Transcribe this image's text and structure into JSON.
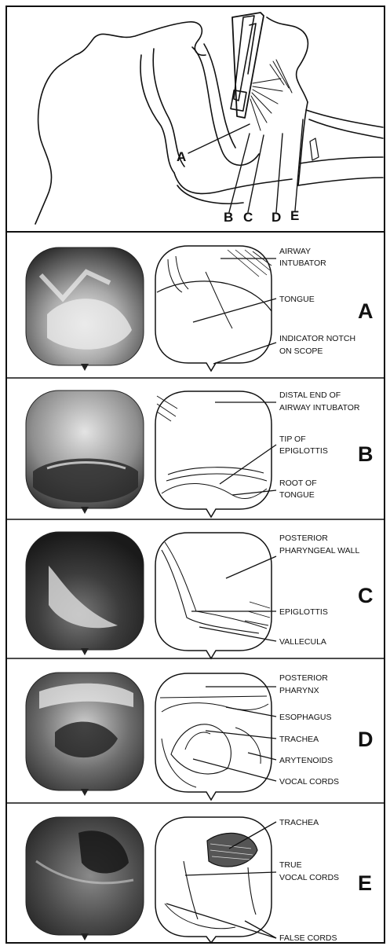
{
  "header_labels": [
    "A",
    "B",
    "C",
    "D",
    "E"
  ],
  "panels": [
    {
      "letter": "A",
      "labels": [
        "AIRWAY",
        "INTUBATOR",
        "TONGUE",
        "INDICATOR NOTCH",
        "ON SCOPE"
      ]
    },
    {
      "letter": "B",
      "labels": [
        "DISTAL END OF",
        "AIRWAY INTUBATOR",
        "TIP OF",
        "EPIGLOTTIS",
        "ROOT OF",
        "TONGUE"
      ]
    },
    {
      "letter": "C",
      "labels": [
        "POSTERIOR",
        "PHARYNGEAL WALL",
        "EPIGLOTTIS",
        "VALLECULA"
      ]
    },
    {
      "letter": "D",
      "labels": [
        "POSTERIOR",
        "PHARYNX",
        "ESOPHAGUS",
        "TRACHEA",
        "ARYTENOIDS",
        "VOCAL CORDS"
      ]
    },
    {
      "letter": "E",
      "labels": [
        "TRACHEA",
        "TRUE",
        "VOCAL CORDS",
        "FALSE CORDS"
      ]
    }
  ],
  "colors": {
    "ink": "#111111",
    "paper": "#ffffff",
    "photo_dark": "#2b2b2b",
    "photo_light": "#d8d8d8"
  }
}
